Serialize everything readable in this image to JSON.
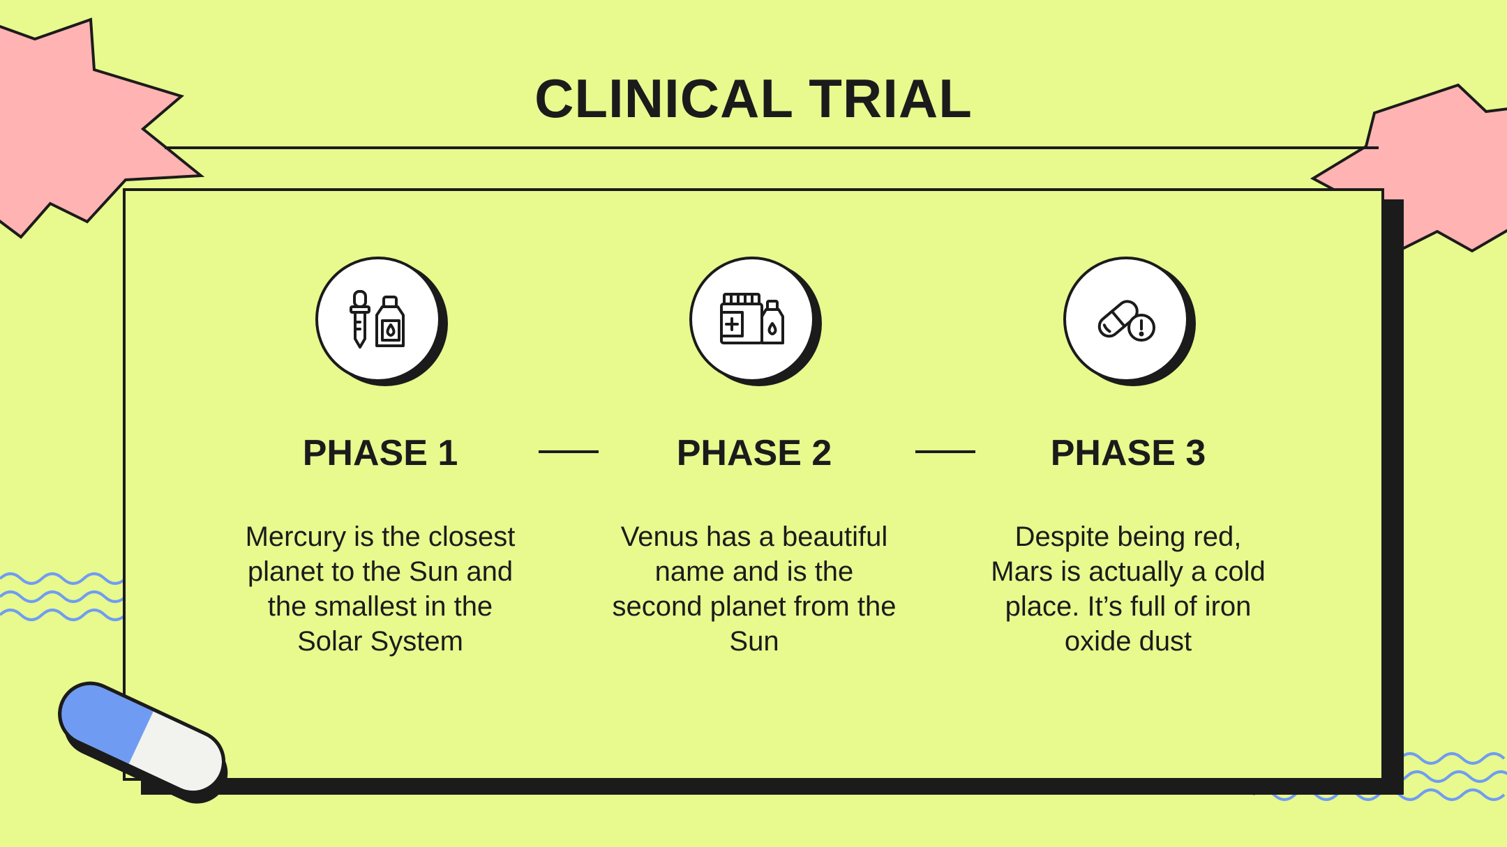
{
  "slide": {
    "title": "CLINICAL TRIAL"
  },
  "colors": {
    "background": "#e8f98e",
    "ink": "#1b1b1b",
    "starburst": "#ffb3b3",
    "wave": "#6f9cf2",
    "capsule_blue": "#6f9cf2",
    "capsule_white": "#f2f2ee"
  },
  "phases": [
    {
      "title": "PHASE 1",
      "icon": "dropper-bottle-icon",
      "description": "Mercury is the closest planet to the Sun and the smallest in the Solar System"
    },
    {
      "title": "PHASE 2",
      "icon": "medicine-jar-bottle-icon",
      "description": "Venus has a beautiful name and is the second planet from the Sun"
    },
    {
      "title": "PHASE 3",
      "icon": "pill-warning-icon",
      "description": "Despite being red, Mars is actually a cold place. It’s full of iron oxide dust"
    }
  ]
}
